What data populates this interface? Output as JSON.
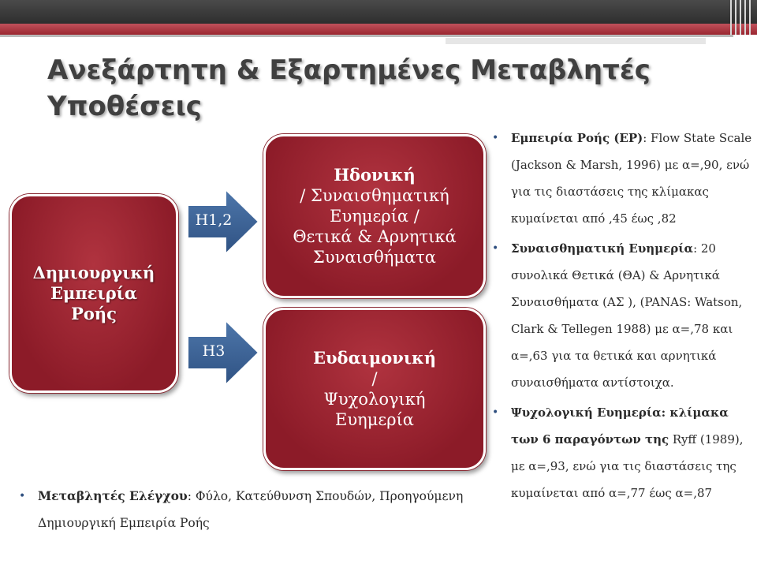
{
  "slide": {
    "title_lines": [
      "Ανεξάρτητη & Εξαρτημένες Μεταβλητές",
      "Υποθέσεις"
    ]
  },
  "diagram": {
    "source": {
      "lines": [
        "Δημιουργική",
        "Εμπειρία",
        "Ροής"
      ]
    },
    "targets": [
      {
        "lines": [
          "Ηδονική",
          "/ Συναισθηματική",
          "Ευημερία /",
          "Θετικά & Αρνητικά",
          "Συναισθήματα"
        ]
      },
      {
        "lines": [
          "Ευδαιμονική",
          "/",
          "Ψυχολογική",
          "Ευημερία"
        ]
      }
    ],
    "edges": [
      {
        "label": "Η1,2"
      },
      {
        "label": "Η3"
      }
    ],
    "colors": {
      "box_fill": "#9a2230",
      "arrow_fill": "#3d6395",
      "banner_dark": "#3a3a3a",
      "banner_red": "#a8303a"
    }
  },
  "notes": {
    "bullets": [
      {
        "bold": "Εμπειρία Ροής (ΕΡ)",
        "text": ": Flow State Scale (Jackson & Marsh, 1996) με α=,90, ενώ για τις διαστάσεις της κλίμακας κυμαίνεται από ,45 έως ,82"
      },
      {
        "bold": "Συναισθηματική Ευημερία",
        "text": ": 20 συνολικά Θετικά (ΘΑ) & Αρνητικά Συναισθήματα (ΑΣ ), (PANAS: Watson, Clark & Tellegen 1988) με α=,78 και α=,63 για τα θετικά και αρνητικά συναισθήματα αντίστοιχα."
      },
      {
        "bold": "Ψυχολογική Ευημερία: κλίμακα των 6 παραγόντων της",
        "text": " Ryff (1989), με α=,93, ενώ για τις διαστάσεις της κυμαίνεται από α=,77 έως α=,87"
      }
    ],
    "control": {
      "bold": "Μεταβλητές Ελέγχου",
      "text": ": Φύλο, Κατεύθυνση Σπουδών, Προηγούμενη Δημιουργική Εμπειρία Ροής"
    },
    "bullet_glyph": "•"
  }
}
